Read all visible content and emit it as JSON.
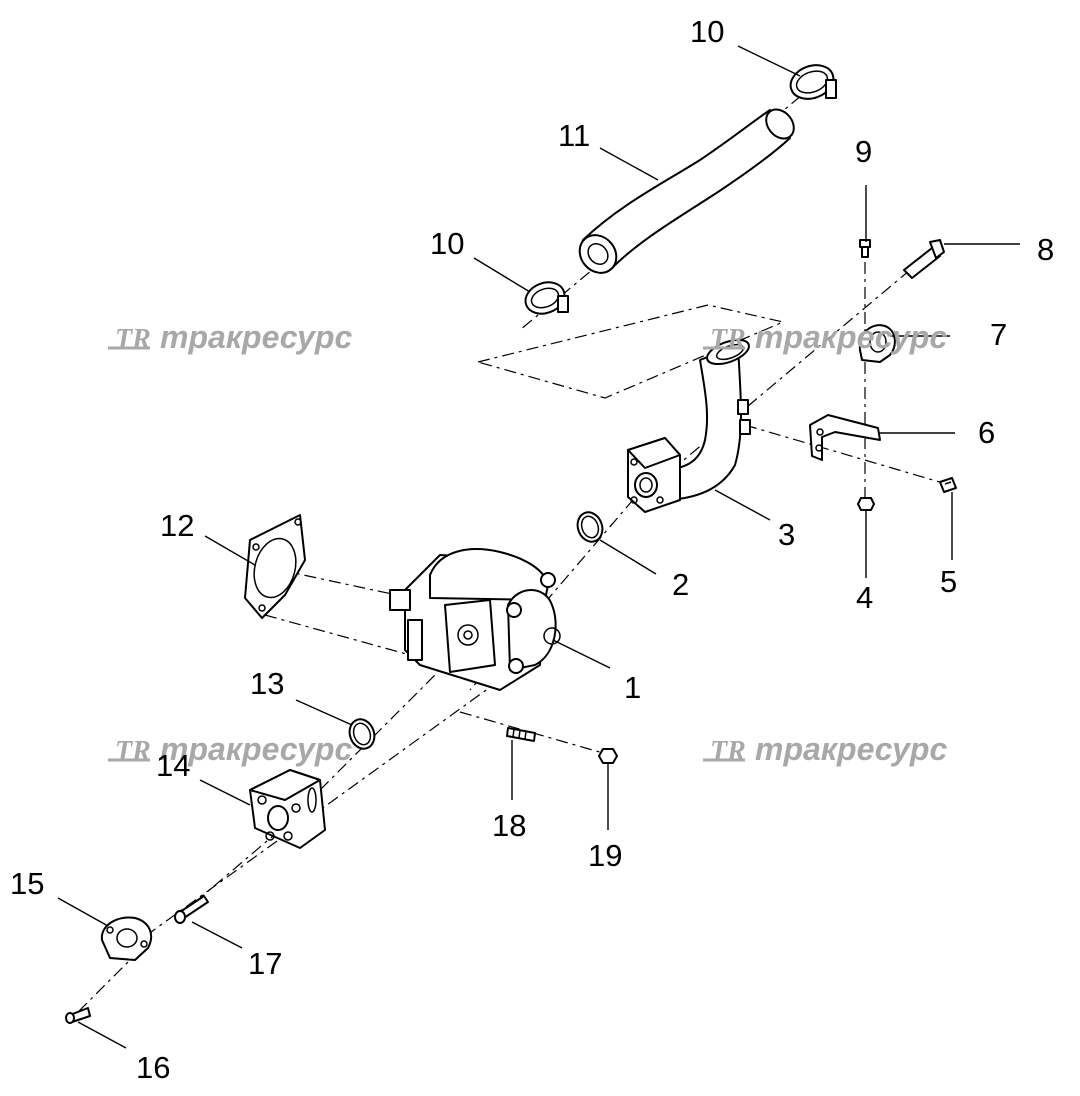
{
  "callouts": {
    "c1": "1",
    "c2": "2",
    "c3": "3",
    "c4": "4",
    "c5": "5",
    "c6": "6",
    "c7": "7",
    "c8": "8",
    "c9": "9",
    "c10a": "10",
    "c10b": "10",
    "c11": "11",
    "c12": "12",
    "c13": "13",
    "c14": "14",
    "c15": "15",
    "c16": "16",
    "c17": "17",
    "c18": "18",
    "c19": "19"
  },
  "watermark": {
    "logo": "TR",
    "text": "тракресурс",
    "color": "#a8a8a8"
  }
}
